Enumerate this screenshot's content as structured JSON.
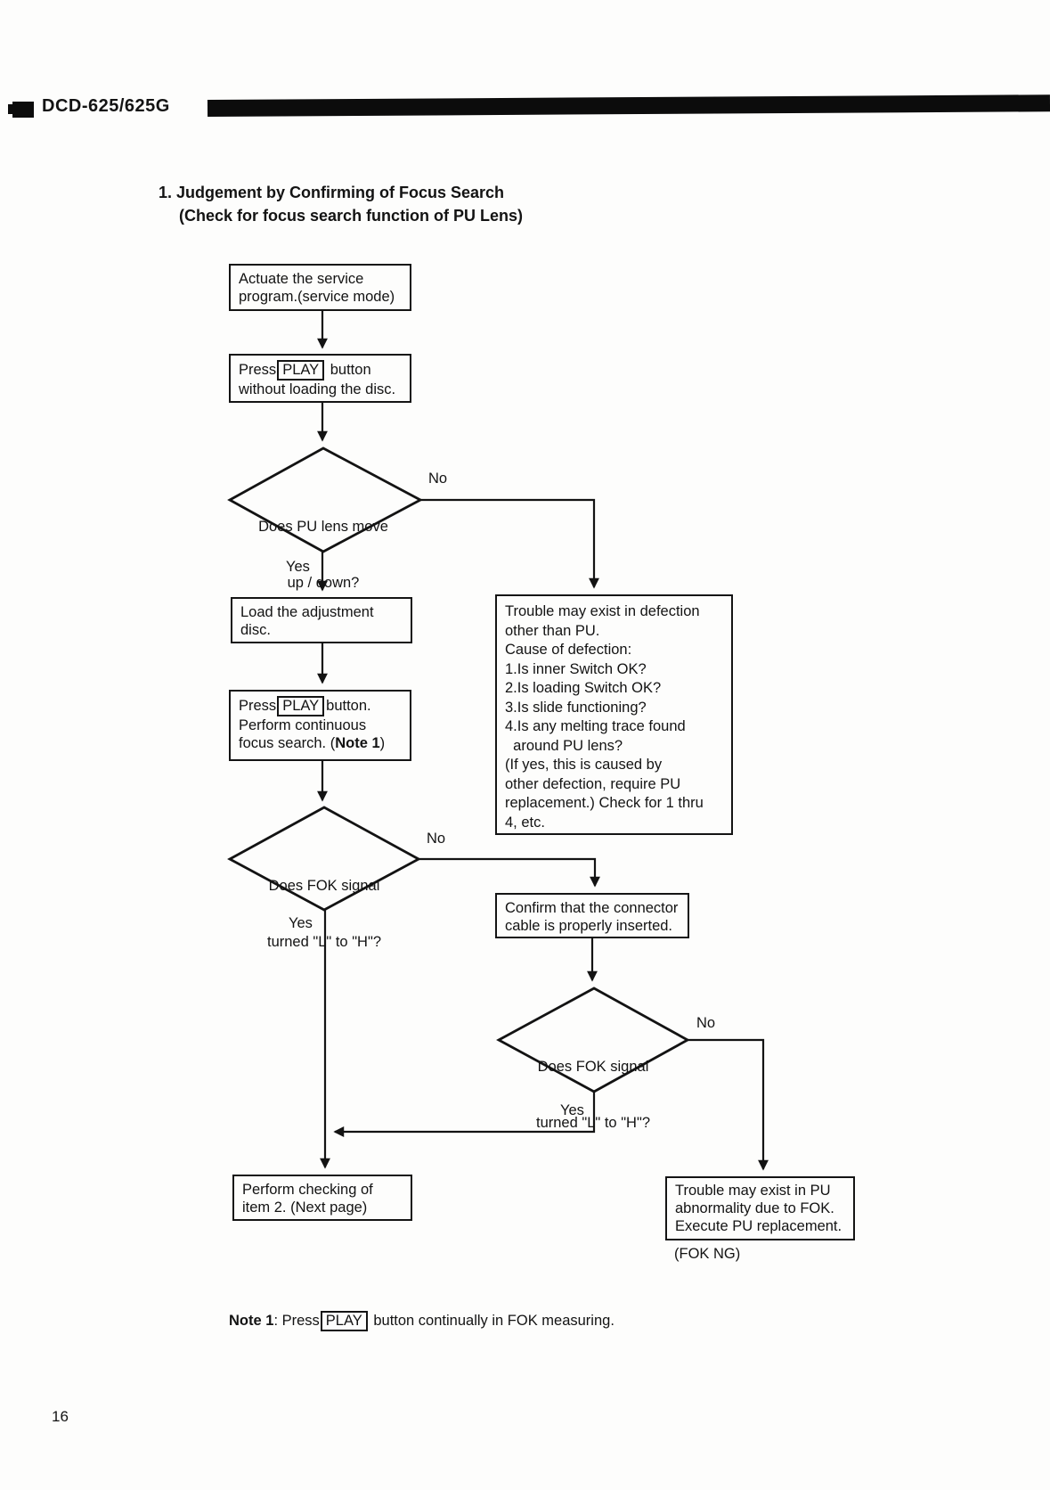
{
  "page": {
    "model": "DCD-625/625G",
    "page_number": "16",
    "title_line1": "1. Judgement by Confirming of Focus Search",
    "title_line2": "(Check for focus search function of PU Lens)"
  },
  "flowchart": {
    "nodes": {
      "actuate": {
        "lines": [
          "Actuate the service",
          "program.(service mode)"
        ]
      },
      "press_play_1": {
        "pre": "Press",
        "key": "PLAY",
        "post": " button",
        "line2": "without loading the disc."
      },
      "lens_move": {
        "line1": "Does PU lens move",
        "line2": "up / down?"
      },
      "load_disc": {
        "lines": [
          "Load the adjustment",
          "disc."
        ]
      },
      "press_play_2": {
        "pre": "Press",
        "key": "PLAY",
        "post": "button.",
        "line2": "Perform continuous",
        "line3_pre": "focus search. (",
        "line3_bold": "Note 1",
        "line3_post": ")"
      },
      "fok_signal_1": {
        "line1": "Does FOK signal",
        "line2": "turned \"L\" to \"H\"?"
      },
      "trouble_defection": {
        "lines": [
          "Trouble may exist in defection",
          "other than PU.",
          "Cause of defection:",
          "1.Is inner Switch OK?",
          "2.Is loading Switch OK?",
          "3.Is slide functioning?",
          "4.Is any melting trace found",
          "  around PU lens?",
          "(If yes, this is caused by",
          "other defection, require PU",
          "replacement.) Check for 1 thru",
          "4, etc."
        ]
      },
      "confirm_cable": {
        "lines": [
          "Confirm that the connector",
          "cable is properly inserted."
        ]
      },
      "fok_signal_2": {
        "line1": "Does FOK signal",
        "line2": "turned \"L\" to \"H\"?"
      },
      "perform_checking": {
        "lines": [
          "Perform checking of",
          "item 2. (Next page)"
        ]
      },
      "trouble_fok": {
        "lines": [
          "Trouble may exist in PU",
          "abnormality due to FOK.",
          "Execute PU replacement."
        ],
        "caption": "(FOK NG)"
      }
    },
    "labels": {
      "no1": "No",
      "yes1": "Yes",
      "no2": "No",
      "yes2": "Yes",
      "no3": "No",
      "yes3": "Yes"
    }
  },
  "note": {
    "label": "Note 1",
    "pre": ": Press",
    "key": "PLAY",
    "post": " button continually in FOK measuring."
  },
  "colors": {
    "ink": "#131313",
    "paper": "#fdfdfc"
  }
}
